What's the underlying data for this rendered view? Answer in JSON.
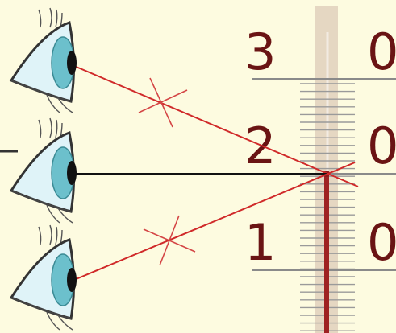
{
  "scale": {
    "left_labels": [
      "3",
      "2",
      "1"
    ],
    "right_labels": [
      "0",
      "0",
      "0"
    ]
  },
  "colors": {
    "background": "#fdfbe0",
    "sight_line_wrong": "#d02a2a",
    "sight_line_correct": "#111111",
    "meniscus_mark": "#8b1a1a",
    "label": "#6a1414",
    "eye_iris": "#6cc0cc",
    "eye_white": "#dff3f8"
  },
  "icons": {
    "eye": "eye-icon",
    "wrong_mark": "cross-mark-icon"
  }
}
